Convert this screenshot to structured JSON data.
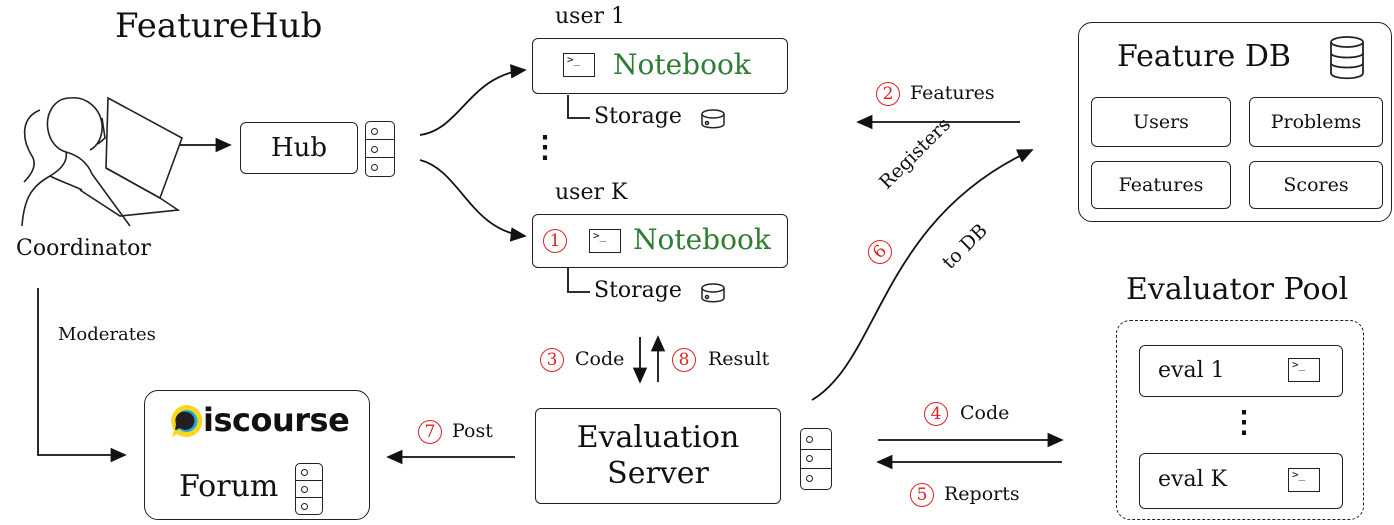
{
  "title": "FeatureHub",
  "coordinator": {
    "label": "Coordinator",
    "moderates": "Moderates"
  },
  "hub": {
    "label": "Hub"
  },
  "users": {
    "user1": {
      "label": "user 1",
      "notebook": "Notebook",
      "storage": "Storage"
    },
    "ellipsis": "⋮",
    "userK": {
      "label": "user K",
      "notebook": "Notebook",
      "storage": "Storage",
      "step": "1"
    }
  },
  "feature_db": {
    "title": "Feature DB",
    "tables": [
      "Users",
      "Problems",
      "Features",
      "Scores"
    ]
  },
  "evaluator_pool": {
    "title": "Evaluator Pool",
    "evals": [
      "eval 1",
      "eval K"
    ],
    "ellipsis": "⋮"
  },
  "evaluation_server": {
    "line1": "Evaluation",
    "line2": "Server"
  },
  "forum": {
    "brand": "iscourse",
    "label": "Forum"
  },
  "steps": {
    "s2": {
      "num": "2",
      "text": "Features"
    },
    "s3": {
      "num": "3",
      "text": "Code"
    },
    "s4": {
      "num": "4",
      "text": "Code"
    },
    "s5": {
      "num": "5",
      "text": "Reports"
    },
    "s6": {
      "num": "6",
      "text1": "Registers",
      "text2": "to DB"
    },
    "s7": {
      "num": "7",
      "text": "Post"
    },
    "s8": {
      "num": "8",
      "text": "Result"
    }
  },
  "colors": {
    "accent_red": "#d22222",
    "notebook_green": "#2e7d32",
    "discourse_yellow": "#f9d71c",
    "discourse_blue": "#1ea8e4",
    "discourse_red": "#e74c3c"
  }
}
